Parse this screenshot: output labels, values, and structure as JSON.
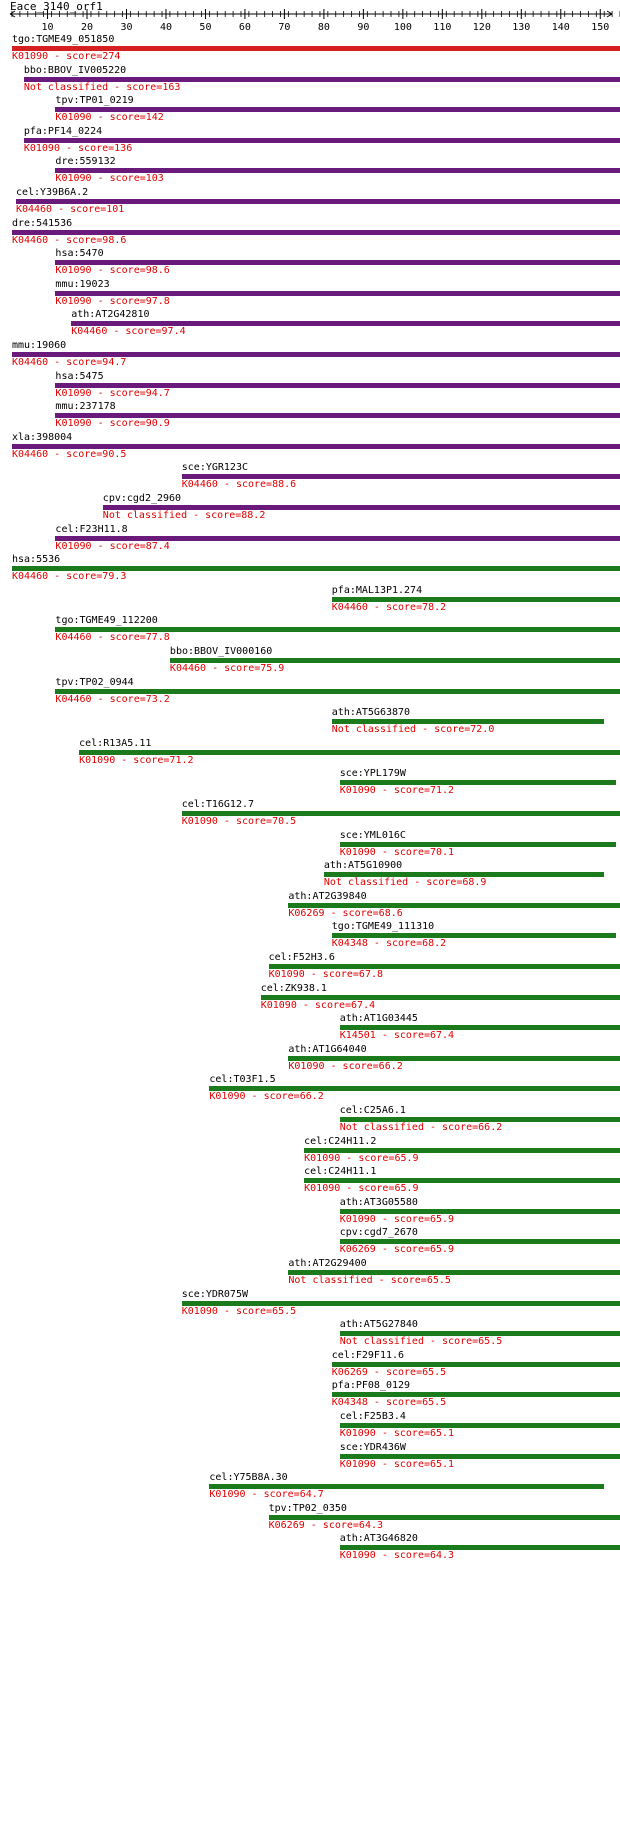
{
  "title": "Eace_3140_orf1",
  "axis": {
    "min": 1,
    "max": 155,
    "ticks": [
      10,
      20,
      30,
      40,
      50,
      60,
      70,
      80,
      90,
      100,
      110,
      120,
      130,
      140,
      150
    ]
  },
  "colors": {
    "bar_red": "#d42020",
    "bar_purple": "#6a1a7a",
    "bar_green": "#1b7a1b",
    "sub_text": "#e00000"
  },
  "hits": [
    {
      "name": "tgo:TGME49_051850",
      "start": 1,
      "end": 155,
      "color": "red",
      "label": "K01090 - score=274"
    },
    {
      "name": "bbo:BBOV_IV005220",
      "start": 4,
      "end": 155,
      "color": "purple",
      "label": "Not classified - score=163"
    },
    {
      "name": "tpv:TP01_0219",
      "start": 12,
      "end": 155,
      "color": "purple",
      "label": "K01090 - score=142"
    },
    {
      "name": "pfa:PF14_0224",
      "start": 4,
      "end": 155,
      "color": "purple",
      "label": "K01090 - score=136"
    },
    {
      "name": "dre:559132",
      "start": 12,
      "end": 155,
      "color": "purple",
      "label": "K01090 - score=103"
    },
    {
      "name": "cel:Y39B6A.2",
      "start": 2,
      "end": 155,
      "color": "purple",
      "label": "K04460 - score=101"
    },
    {
      "name": "dre:541536",
      "start": 1,
      "end": 155,
      "color": "purple",
      "label": "K04460 - score=98.6"
    },
    {
      "name": "hsa:5470",
      "start": 12,
      "end": 155,
      "color": "purple",
      "label": "K01090 - score=98.6"
    },
    {
      "name": "mmu:19023",
      "start": 12,
      "end": 155,
      "color": "purple",
      "label": "K01090 - score=97.8"
    },
    {
      "name": "ath:AT2G42810",
      "start": 16,
      "end": 155,
      "color": "purple",
      "label": "K04460 - score=97.4"
    },
    {
      "name": "mmu:19060",
      "start": 1,
      "end": 155,
      "color": "purple",
      "label": "K04460 - score=94.7"
    },
    {
      "name": "hsa:5475",
      "start": 12,
      "end": 155,
      "color": "purple",
      "label": "K01090 - score=94.7"
    },
    {
      "name": "mmu:237178",
      "start": 12,
      "end": 155,
      "color": "purple",
      "label": "K01090 - score=90.9"
    },
    {
      "name": "xla:398004",
      "start": 1,
      "end": 155,
      "color": "purple",
      "label": "K04460 - score=90.5"
    },
    {
      "name": "sce:YGR123C",
      "start": 44,
      "end": 155,
      "color": "purple",
      "label": "K04460 - score=88.6"
    },
    {
      "name": "cpv:cgd2_2960",
      "start": 24,
      "end": 155,
      "color": "purple",
      "label": "Not classified - score=88.2"
    },
    {
      "name": "cel:F23H11.8",
      "start": 12,
      "end": 155,
      "color": "purple",
      "label": "K01090 - score=87.4"
    },
    {
      "name": "hsa:5536",
      "start": 1,
      "end": 155,
      "color": "green",
      "label": "K04460 - score=79.3"
    },
    {
      "name": "pfa:MAL13P1.274",
      "start": 82,
      "end": 155,
      "color": "green",
      "label": "K04460 - score=78.2"
    },
    {
      "name": "tgo:TGME49_112200",
      "start": 12,
      "end": 155,
      "color": "green",
      "label": "K04460 - score=77.8"
    },
    {
      "name": "bbo:BBOV_IV000160",
      "start": 41,
      "end": 155,
      "color": "green",
      "label": "K04460 - score=75.9"
    },
    {
      "name": "tpv:TP02_0944",
      "start": 12,
      "end": 155,
      "color": "green",
      "label": "K04460 - score=73.2"
    },
    {
      "name": "ath:AT5G63870",
      "start": 82,
      "end": 151,
      "color": "green",
      "label": "Not classified - score=72.0"
    },
    {
      "name": "cel:R13A5.11",
      "start": 18,
      "end": 155,
      "color": "green",
      "label": "K01090 - score=71.2"
    },
    {
      "name": "sce:YPL179W",
      "start": 84,
      "end": 154,
      "color": "green",
      "label": "K01090 - score=71.2"
    },
    {
      "name": "cel:T16G12.7",
      "start": 44,
      "end": 155,
      "color": "green",
      "label": "K01090 - score=70.5"
    },
    {
      "name": "sce:YML016C",
      "start": 84,
      "end": 154,
      "color": "green",
      "label": "K01090 - score=70.1"
    },
    {
      "name": "ath:AT5G10900",
      "start": 80,
      "end": 151,
      "color": "green",
      "label": "Not classified - score=68.9"
    },
    {
      "name": "ath:AT2G39840",
      "start": 71,
      "end": 155,
      "color": "green",
      "label": "K06269 - score=68.6"
    },
    {
      "name": "tgo:TGME49_111310",
      "start": 82,
      "end": 154,
      "color": "green",
      "label": "K04348 - score=68.2"
    },
    {
      "name": "cel:F52H3.6",
      "start": 66,
      "end": 155,
      "color": "green",
      "label": "K01090 - score=67.8"
    },
    {
      "name": "cel:ZK938.1",
      "start": 64,
      "end": 155,
      "color": "green",
      "label": "K01090 - score=67.4"
    },
    {
      "name": "ath:AT1G03445",
      "start": 84,
      "end": 155,
      "color": "green",
      "label": "K14501 - score=67.4"
    },
    {
      "name": "ath:AT1G64040",
      "start": 71,
      "end": 155,
      "color": "green",
      "label": "K01090 - score=66.2"
    },
    {
      "name": "cel:T03F1.5",
      "start": 51,
      "end": 155,
      "color": "green",
      "label": "K01090 - score=66.2"
    },
    {
      "name": "cel:C25A6.1",
      "start": 84,
      "end": 155,
      "color": "green",
      "label": "Not classified - score=66.2"
    },
    {
      "name": "cel:C24H11.2",
      "start": 75,
      "end": 155,
      "color": "green",
      "label": "K01090 - score=65.9"
    },
    {
      "name": "cel:C24H11.1",
      "start": 75,
      "end": 155,
      "color": "green",
      "label": "K01090 - score=65.9"
    },
    {
      "name": "ath:AT3G05580",
      "start": 84,
      "end": 155,
      "color": "green",
      "label": "K01090 - score=65.9"
    },
    {
      "name": "cpv:cgd7_2670",
      "start": 84,
      "end": 155,
      "color": "green",
      "label": "K06269 - score=65.9"
    },
    {
      "name": "ath:AT2G29400",
      "start": 71,
      "end": 155,
      "color": "green",
      "label": "Not classified - score=65.5"
    },
    {
      "name": "sce:YDR075W",
      "start": 44,
      "end": 155,
      "color": "green",
      "label": "K01090 - score=65.5"
    },
    {
      "name": "ath:AT5G27840",
      "start": 84,
      "end": 155,
      "color": "green",
      "label": "Not classified - score=65.5"
    },
    {
      "name": "cel:F29F11.6",
      "start": 82,
      "end": 155,
      "color": "green",
      "label": "K06269 - score=65.5"
    },
    {
      "name": "pfa:PF08_0129",
      "start": 82,
      "end": 155,
      "color": "green",
      "label": "K04348 - score=65.5"
    },
    {
      "name": "cel:F25B3.4",
      "start": 84,
      "end": 155,
      "color": "green",
      "label": "K01090 - score=65.1"
    },
    {
      "name": "sce:YDR436W",
      "start": 84,
      "end": 155,
      "color": "green",
      "label": "K01090 - score=65.1"
    },
    {
      "name": "cel:Y75B8A.30",
      "start": 51,
      "end": 151,
      "color": "green",
      "label": "K01090 - score=64.7"
    },
    {
      "name": "tpv:TP02_0350",
      "start": 66,
      "end": 155,
      "color": "green",
      "label": "K06269 - score=64.3"
    },
    {
      "name": "ath:AT3G46820",
      "start": 84,
      "end": 155,
      "color": "green",
      "label": "K01090 - score=64.3"
    }
  ]
}
